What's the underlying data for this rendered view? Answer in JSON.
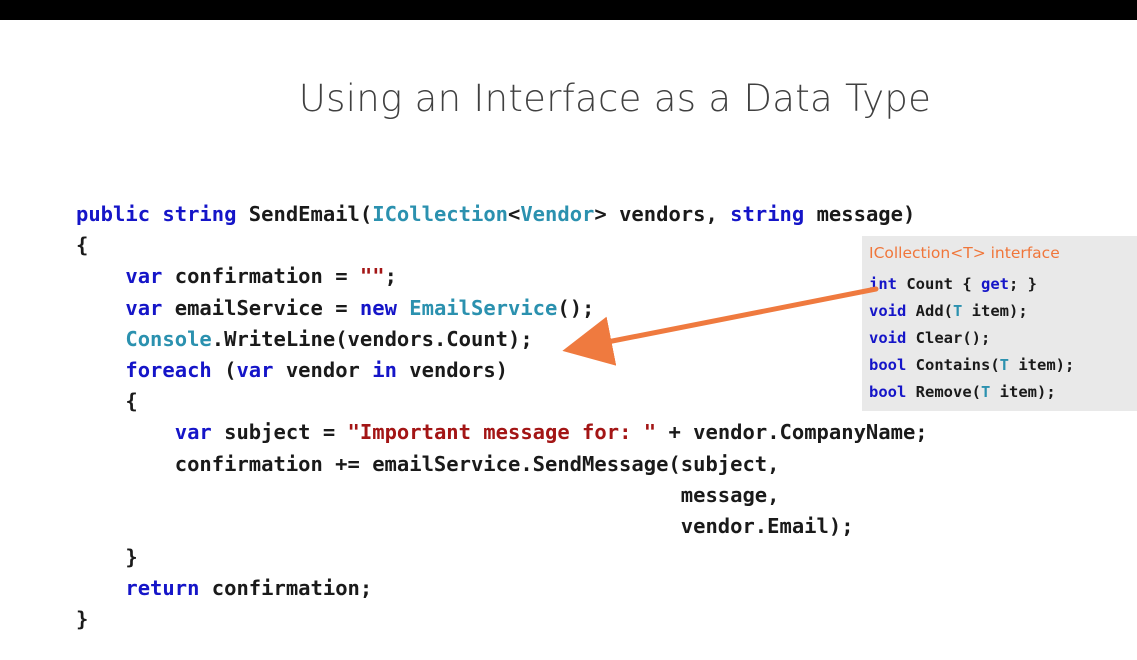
{
  "slide": {
    "title": "Using an Interface as a Data Type"
  },
  "code_lines": [
    [
      {
        "t": "public",
        "c": "kw"
      },
      {
        "t": " "
      },
      {
        "t": "string",
        "c": "kw"
      },
      {
        "t": " SendEmail("
      },
      {
        "t": "ICollection",
        "c": "ty"
      },
      {
        "t": "<"
      },
      {
        "t": "Vendor",
        "c": "ty"
      },
      {
        "t": "> vendors, "
      },
      {
        "t": "string",
        "c": "kw"
      },
      {
        "t": " message)"
      }
    ],
    [
      {
        "t": "{"
      }
    ],
    [
      {
        "t": "    "
      },
      {
        "t": "var",
        "c": "kw"
      },
      {
        "t": " confirmation = "
      },
      {
        "t": "\"\"",
        "c": "str"
      },
      {
        "t": ";"
      }
    ],
    [
      {
        "t": "    "
      },
      {
        "t": "var",
        "c": "kw"
      },
      {
        "t": " emailService = "
      },
      {
        "t": "new",
        "c": "kw"
      },
      {
        "t": " "
      },
      {
        "t": "EmailService",
        "c": "ty"
      },
      {
        "t": "();"
      }
    ],
    [
      {
        "t": "    "
      },
      {
        "t": "Console",
        "c": "ty"
      },
      {
        "t": ".WriteLine(vendors.Count);"
      }
    ],
    [
      {
        "t": "    "
      },
      {
        "t": "foreach",
        "c": "kw"
      },
      {
        "t": " ("
      },
      {
        "t": "var",
        "c": "kw"
      },
      {
        "t": " vendor "
      },
      {
        "t": "in",
        "c": "kw"
      },
      {
        "t": " vendors)"
      }
    ],
    [
      {
        "t": "    {"
      }
    ],
    [
      {
        "t": "        "
      },
      {
        "t": "var",
        "c": "kw"
      },
      {
        "t": " subject = "
      },
      {
        "t": "\"Important message for: \"",
        "c": "str"
      },
      {
        "t": " + vendor.CompanyName;"
      }
    ],
    [
      {
        "t": "        confirmation += emailService.SendMessage(subject,"
      }
    ],
    [
      {
        "t": "                                                 message,"
      }
    ],
    [
      {
        "t": "                                                 vendor.Email);"
      }
    ],
    [
      {
        "t": "    }"
      }
    ],
    [
      {
        "t": "    "
      },
      {
        "t": "return",
        "c": "kw"
      },
      {
        "t": " confirmation;"
      }
    ],
    [
      {
        "t": "}"
      }
    ]
  ],
  "interface_callout": {
    "title": "ICollection<T> interface",
    "lines": [
      [
        {
          "t": "int",
          "c": "kw"
        },
        {
          "t": " Count { "
        },
        {
          "t": "get",
          "c": "kw"
        },
        {
          "t": "; }"
        }
      ],
      [
        {
          "t": "void",
          "c": "kw"
        },
        {
          "t": " Add("
        },
        {
          "t": "T",
          "c": "ty"
        },
        {
          "t": " item);"
        }
      ],
      [
        {
          "t": "void",
          "c": "kw"
        },
        {
          "t": " Clear();"
        }
      ],
      [
        {
          "t": "bool",
          "c": "kw"
        },
        {
          "t": " Contains("
        },
        {
          "t": "T",
          "c": "ty"
        },
        {
          "t": " item);"
        }
      ],
      [
        {
          "t": "bool",
          "c": "kw"
        },
        {
          "t": " Remove("
        },
        {
          "t": "T",
          "c": "ty"
        },
        {
          "t": " item);"
        }
      ]
    ]
  },
  "colors": {
    "keyword": "#1515c8",
    "type": "#2b91af",
    "string": "#a31515",
    "callout_title": "#f0763a",
    "arrow": "#ef7a3f",
    "callout_bg": "#e9e9e9"
  }
}
